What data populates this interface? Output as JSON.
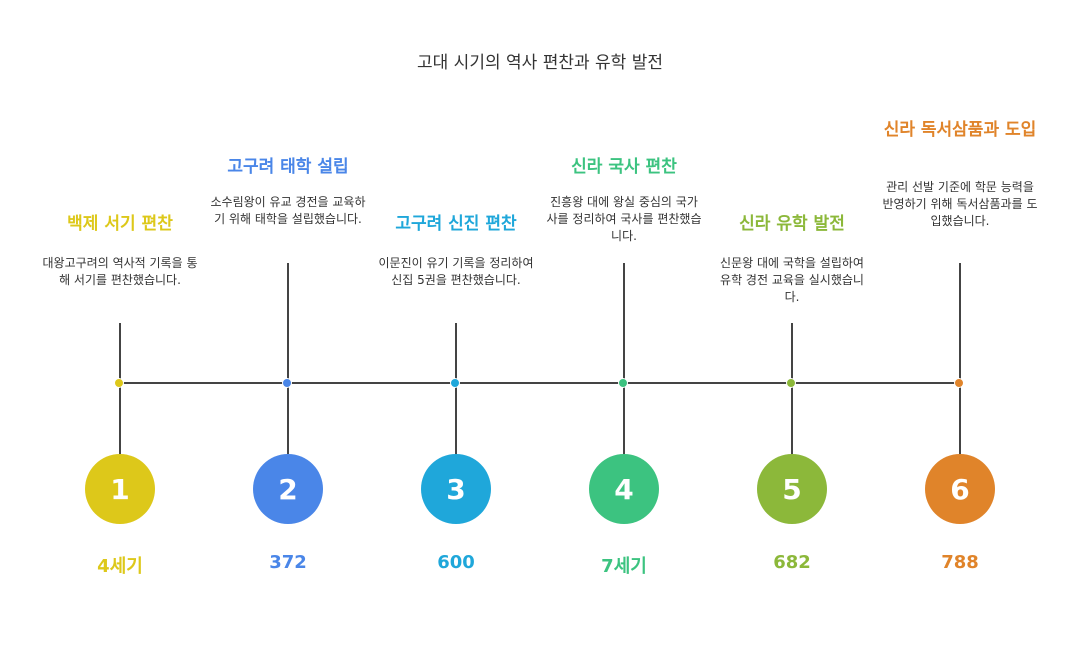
{
  "title": "고대 시기의 역사 편찬과 유학 발전",
  "events": [
    {
      "num": "1",
      "year": "4세기",
      "head": "백제 서기 편찬",
      "desc": "대왕고구려의 역사적 기록을 통해 서기를 편찬했습니다.",
      "color": "#DDC81A"
    },
    {
      "num": "2",
      "year": "372",
      "head": "고구려 태학 설립",
      "desc": "소수림왕이 유교 경전을 교육하기 위해 태학을 설립했습니다.",
      "color": "#4A86E8"
    },
    {
      "num": "3",
      "year": "600",
      "head": "고구려 신진 편찬",
      "desc": "이문진이 유기 기록을 정리하여 신집 5권을 편찬했습니다.",
      "color": "#1FA7DA"
    },
    {
      "num": "4",
      "year": "7세기",
      "head": "신라 국사 편찬",
      "desc": "진흥왕 대에 왕실 중심의 국가사를 정리하여 국사를 편찬했습니다.",
      "color": "#3CC380"
    },
    {
      "num": "5",
      "year": "682",
      "head": "신라 유학 발전",
      "desc": "신문왕 대에 국학을 설립하여 유학 경전 교육을 실시했습니다.",
      "color": "#8CB83A"
    },
    {
      "num": "6",
      "year": "788",
      "head": "신라 독서삼품과 도입",
      "desc": "관리 선발 기준에 학문 능력을 반영하기 위해 독서삼품과를 도입했습니다.",
      "color": "#E0842A"
    }
  ]
}
